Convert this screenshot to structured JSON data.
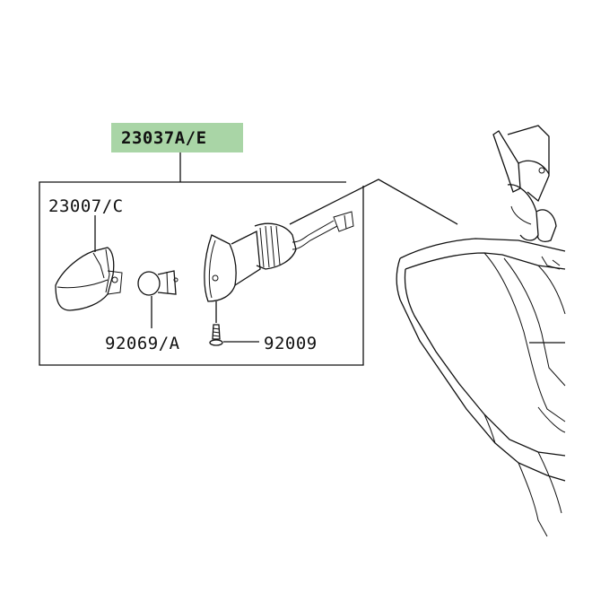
{
  "callouts": {
    "assembly": "23037A/E",
    "lens": "23007/C",
    "bulb": "92069/A",
    "screw": "92009"
  },
  "colors": {
    "highlight": "#a9d5a6",
    "ink": "#111111",
    "background": "#ffffff"
  }
}
